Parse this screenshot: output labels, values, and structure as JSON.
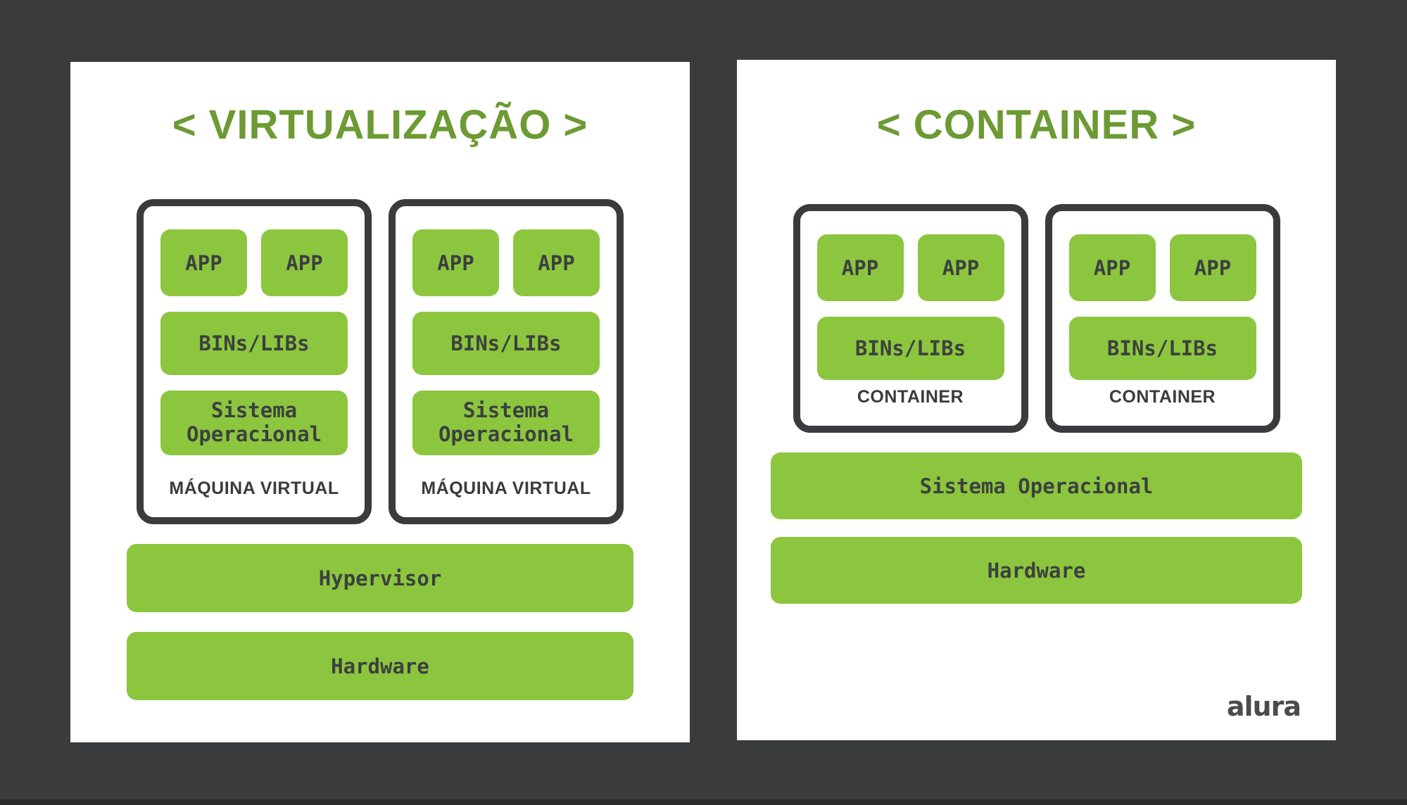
{
  "colors": {
    "background": "#3A3B3D",
    "panel": "#FFFFFF",
    "chip_green": "#8CC63F",
    "title_green": "#6C9A33",
    "chip_text": "#3C403E",
    "outline": "#3A3B3D",
    "logo_text": "#4B4B4D"
  },
  "virtualization": {
    "title": "< VIRTUALIZAÇÃO >",
    "vm_boxes": [
      {
        "apps": [
          "APP",
          "APP"
        ],
        "bins_libs": "BINs/LIBs",
        "os": "Sistema Operacional",
        "label": "MÁQUINA VIRTUAL"
      },
      {
        "apps": [
          "APP",
          "APP"
        ],
        "bins_libs": "BINs/LIBs",
        "os": "Sistema Operacional",
        "label": "MÁQUINA VIRTUAL"
      }
    ],
    "bars": [
      "Hypervisor",
      "Hardware"
    ]
  },
  "container": {
    "title": "< CONTAINER >",
    "boxes": [
      {
        "apps": [
          "APP",
          "APP"
        ],
        "bins_libs": "BINs/LIBs",
        "label": "CONTAINER"
      },
      {
        "apps": [
          "APP",
          "APP"
        ],
        "bins_libs": "BINs/LIBs",
        "label": "CONTAINER"
      }
    ],
    "bars": [
      "Sistema Operacional",
      "Hardware"
    ]
  },
  "branding": {
    "logo": "alura"
  }
}
